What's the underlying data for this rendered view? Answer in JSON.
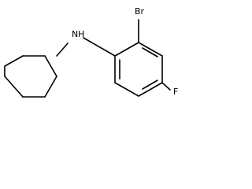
{
  "molecule": {
    "atoms": {
      "nitrogen": "N",
      "hydrogen": "H",
      "bromine": "Br",
      "fluorine": "F"
    },
    "style": {
      "bond_color": "#000000",
      "label_color": "#000000",
      "background": "#ffffff"
    }
  }
}
